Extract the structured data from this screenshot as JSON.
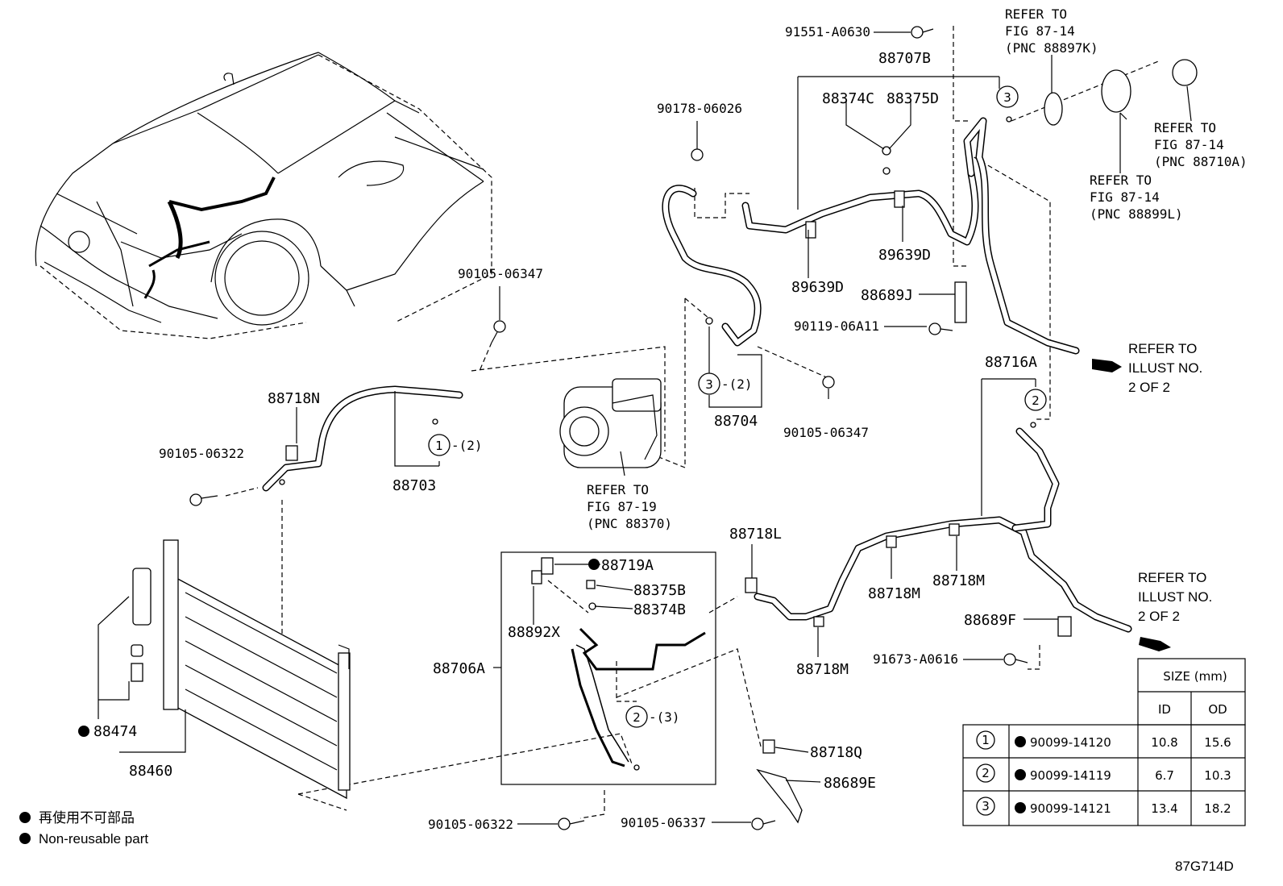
{
  "labels": {
    "p91551": "91551-A0630",
    "p88707B": "88707B",
    "p88374C": "88374C",
    "p88375D": "88375D",
    "p90178": "90178-06026",
    "p89639D_a": "89639D",
    "p89639D_b": "89639D",
    "p88689J": "88689J",
    "p90119": "90119-06A11",
    "p88716A": "88716A",
    "p90105_06347_a": "90105-06347",
    "p90105_06347_b": "90105-06347",
    "p88704": "88704",
    "p88718N": "88718N",
    "p90105_06322_a": "90105-06322",
    "p88703": "88703",
    "p88718L": "88718L",
    "p88719A": "88719A",
    "p88375B": "88375B",
    "p88374B": "88374B",
    "p88892X": "88892X",
    "p88706A": "88706A",
    "p88718M_a": "88718M",
    "p88718M_b": "88718M",
    "p88718M_c": "88718M",
    "p88689F": "88689F",
    "p91673": "91673-A0616",
    "p88718Q": "88718Q",
    "p88689E": "88689E",
    "p90105_06322_b": "90105-06322",
    "p90105_06337": "90105-06337",
    "p88474": "88474",
    "p88460": "88460",
    "qty_1": "-(2)",
    "qty_3": "-(2)",
    "qty_2": "-(3)"
  },
  "refs": {
    "fig_88897K": [
      "REFER TO",
      "FIG 87-14",
      "(PNC 88897K)"
    ],
    "fig_88710A": [
      "REFER TO",
      "FIG 87-14",
      "(PNC 88710A)"
    ],
    "fig_88899L": [
      "REFER TO",
      "FIG 87-14",
      "(PNC 88899L)"
    ],
    "fig_88370": [
      "REFER TO",
      "FIG 87-19",
      "(PNC 88370)"
    ],
    "illust_top": [
      "REFER TO",
      "ILLUST NO.",
      "2 OF 2"
    ],
    "illust_bottom": [
      "REFER TO",
      "ILLUST NO.",
      "2 OF 2"
    ]
  },
  "legend": {
    "japanese": "再使用不可部品",
    "english": "Non-reusable part"
  },
  "size_table": {
    "header": "SIZE (mm)",
    "col_id": "ID",
    "col_od": "OD",
    "rows": [
      {
        "mark": "1",
        "part": "90099-14120",
        "id": "10.8",
        "od": "15.6"
      },
      {
        "mark": "2",
        "part": "90099-14119",
        "id": "6.7",
        "od": "10.3"
      },
      {
        "mark": "3",
        "part": "90099-14121",
        "id": "13.4",
        "od": "18.2"
      }
    ]
  },
  "circle_marks": {
    "c1": "1",
    "c2a": "2",
    "c2b": "2",
    "c3a": "3",
    "c3b": "3"
  },
  "figure_code": "87G714D"
}
